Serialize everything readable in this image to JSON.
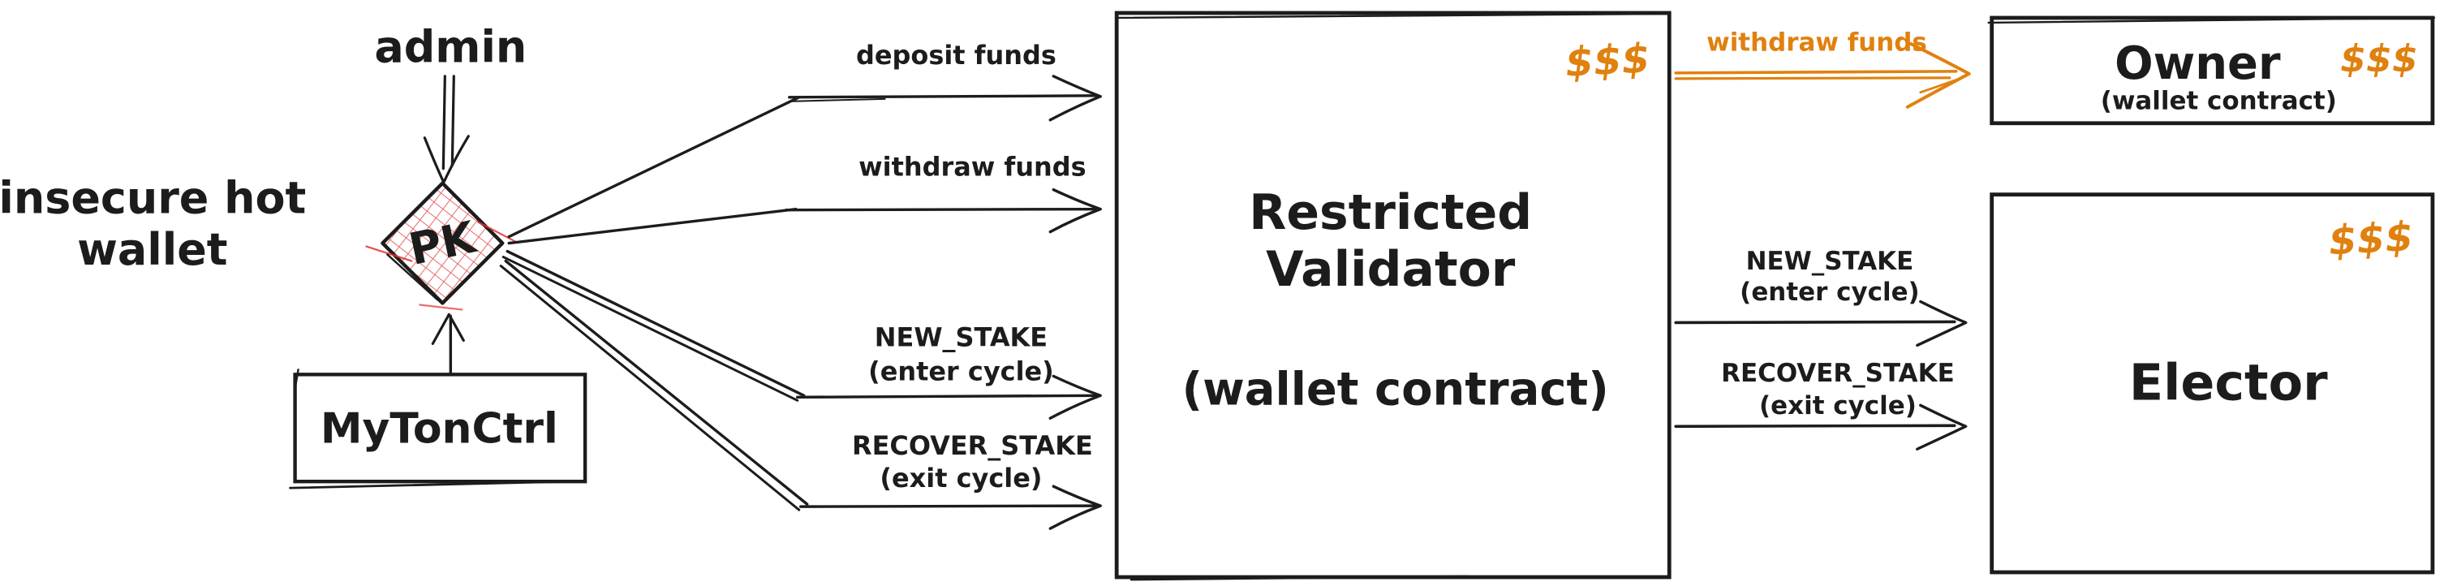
{
  "colors": {
    "ink": "#1c1c1c",
    "accent_orange": "#e0810f",
    "diamond_red": "#e03131",
    "background": "#ffffff"
  },
  "annotations": {
    "insecure_hot_wallet": {
      "line1": "insecure hot",
      "line2": "wallet"
    },
    "admin": "admin"
  },
  "nodes": {
    "pk": {
      "label": "PK"
    },
    "mytonctrl": {
      "label": "MyTonCtrl"
    },
    "restricted_validator": {
      "name_line1": "Restricted",
      "name_line2": "Validator",
      "type": "(wallet contract)",
      "funds_badge": "$$$"
    },
    "owner": {
      "name": "Owner",
      "type": "(wallet contract)",
      "funds_badge": "$$$"
    },
    "elector": {
      "name": "Elector",
      "funds_badge": "$$$"
    }
  },
  "edges": {
    "deposit_funds": {
      "label": "deposit funds"
    },
    "withdraw_funds": {
      "label": "withdraw funds"
    },
    "new_stake_in": {
      "line1": "NEW_STAKE",
      "line2": "(enter cycle)"
    },
    "recover_stake_in": {
      "line1": "RECOVER_STAKE",
      "line2": "(exit cycle)"
    },
    "withdraw_to_owner": {
      "label": "withdraw funds"
    },
    "new_stake_out": {
      "line1": "NEW_STAKE",
      "line2": "(enter cycle)"
    },
    "recover_stake_out": {
      "line1": "RECOVER_STAKE",
      "line2": "(exit cycle)"
    }
  }
}
